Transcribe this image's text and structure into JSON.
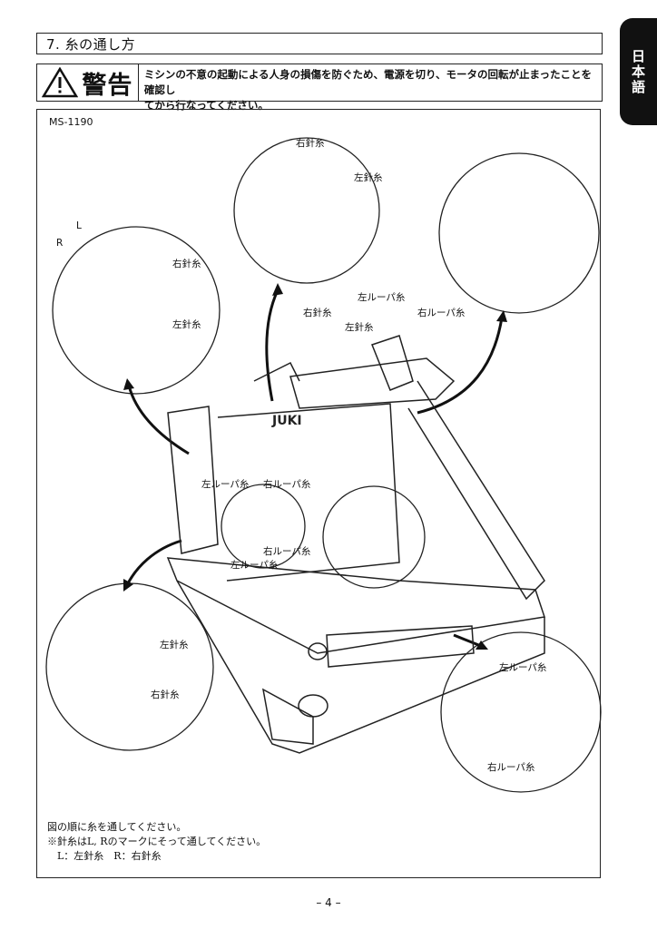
{
  "section": {
    "title": "7. 糸の通し方"
  },
  "language_tab": "日本語",
  "warning": {
    "label": "警告",
    "icon": "warning-triangle-icon",
    "text": "ミシンの不意の起動による人身の損傷を防ぐため、電源を切り、モータの回転が止まったことを確認し\nてから行なってください。"
  },
  "figure": {
    "model": "MS-1190",
    "brand": "JUKI",
    "labels": {
      "top_right_needle": "右針糸",
      "top_left_needle": "左針糸",
      "left_L": "L",
      "left_R": "R",
      "left_right_needle": "右針糸",
      "left_left_needle": "左針糸",
      "mid_left_looper": "左ルーパ糸",
      "mid_right_needle": "右針糸",
      "mid_left_needle": "左針糸",
      "mid_right_looper": "右ルーパ糸",
      "center_left_looper": "左ルーパ糸",
      "center_right_looper": "右ルーパ糸",
      "center_right_looper2": "右ルーパ糸",
      "center_left_looper2": "左ルーパ糸",
      "bl_left_needle": "左針糸",
      "bl_right_needle": "右針糸",
      "br_left_looper": "左ルーパ糸",
      "br_right_looper": "右ルーパ糸"
    }
  },
  "notes": [
    "図の順に糸を通してください。",
    "※針糸はL, Rのマークにそって通してください。",
    "　L：左針糸　R：右針糸"
  ],
  "page_number": "– 4 –"
}
